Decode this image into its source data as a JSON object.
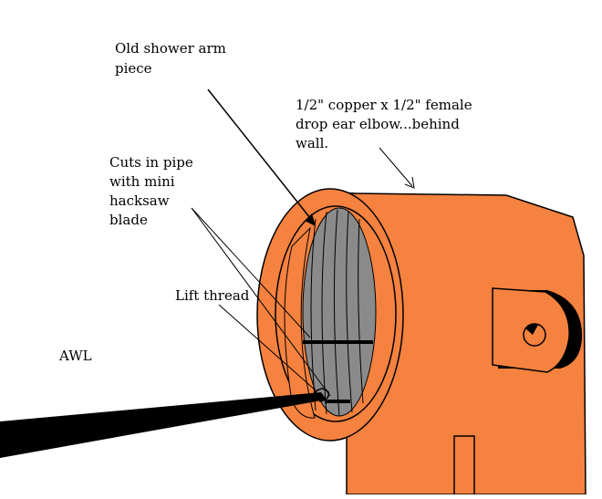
{
  "labels": {
    "old_arm": [
      "Old shower arm",
      "piece"
    ],
    "elbow": [
      "1/2\" copper x 1/2\" female",
      "drop ear elbow...behind",
      "wall."
    ],
    "cuts": [
      "Cuts in pipe",
      "with mini",
      "hacksaw",
      "blade"
    ],
    "lift": "Lift thread",
    "awl": "AWL"
  },
  "colors": {
    "copper": "#f5823f",
    "pipe_grey": "#8a8a8a",
    "outline": "#000000",
    "awl": "#000000",
    "background": "#ffffff"
  }
}
